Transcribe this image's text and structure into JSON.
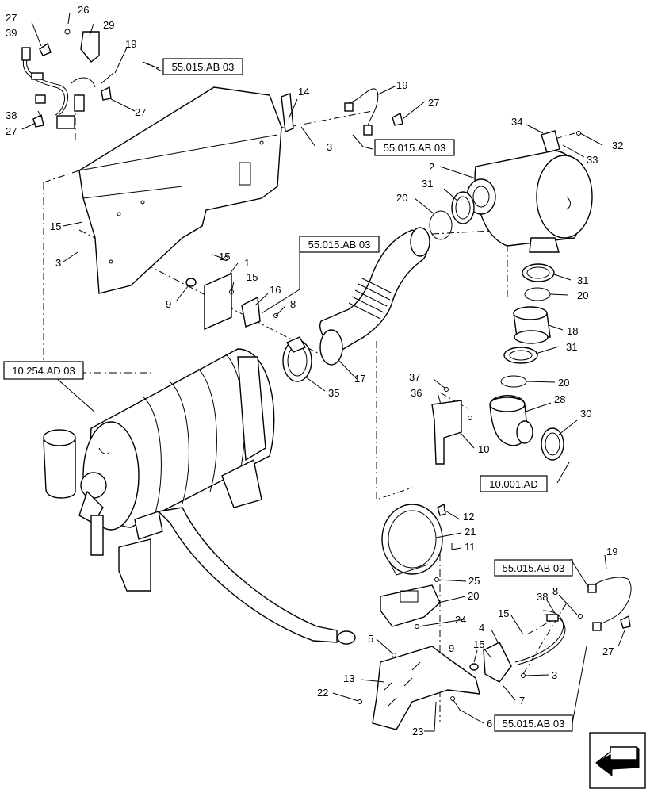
{
  "references": {
    "r1": "55.015.AB 03",
    "r2": "55.015.AB 03",
    "r3": "55.015.AB 03",
    "r4": "10.254.AD 03",
    "r5": "10.001.AD",
    "r6": "55.015.AB 03",
    "r7": "55.015.AB 03"
  },
  "callouts": {
    "c26": "26",
    "c29": "29",
    "c27a": "27",
    "c39": "39",
    "c19a": "19",
    "c27b": "27",
    "c38a": "38",
    "c27c": "27",
    "c14": "14",
    "c19b": "19",
    "c27d": "27",
    "c3a": "3",
    "c34": "34",
    "c32": "32",
    "c33": "33",
    "c2": "2",
    "c20a": "20",
    "c31a": "31",
    "c15a": "15",
    "c3b": "3",
    "c15b": "15",
    "c1": "1",
    "c15c": "15",
    "c9a": "9",
    "c16": "16",
    "c8a": "8",
    "c31b": "31",
    "c20b": "20",
    "c18": "18",
    "c31c": "31",
    "c20c": "20",
    "c17": "17",
    "c35": "35",
    "c37": "37",
    "c36": "36",
    "c28": "28",
    "c30": "30",
    "c10": "10",
    "c12": "12",
    "c21": "21",
    "c11": "11",
    "c25": "25",
    "c20d": "20",
    "c24": "24",
    "c19c": "19",
    "c8b": "8",
    "c38b": "38",
    "c15d": "15",
    "c4": "4",
    "c5": "5",
    "c9b": "9",
    "c15e": "15",
    "c3c": "3",
    "c13": "13",
    "c7": "7",
    "c22": "22",
    "c23": "23",
    "c6": "6",
    "c27e": "27"
  },
  "icons": {
    "nav": "next-page-arrow-icon"
  }
}
